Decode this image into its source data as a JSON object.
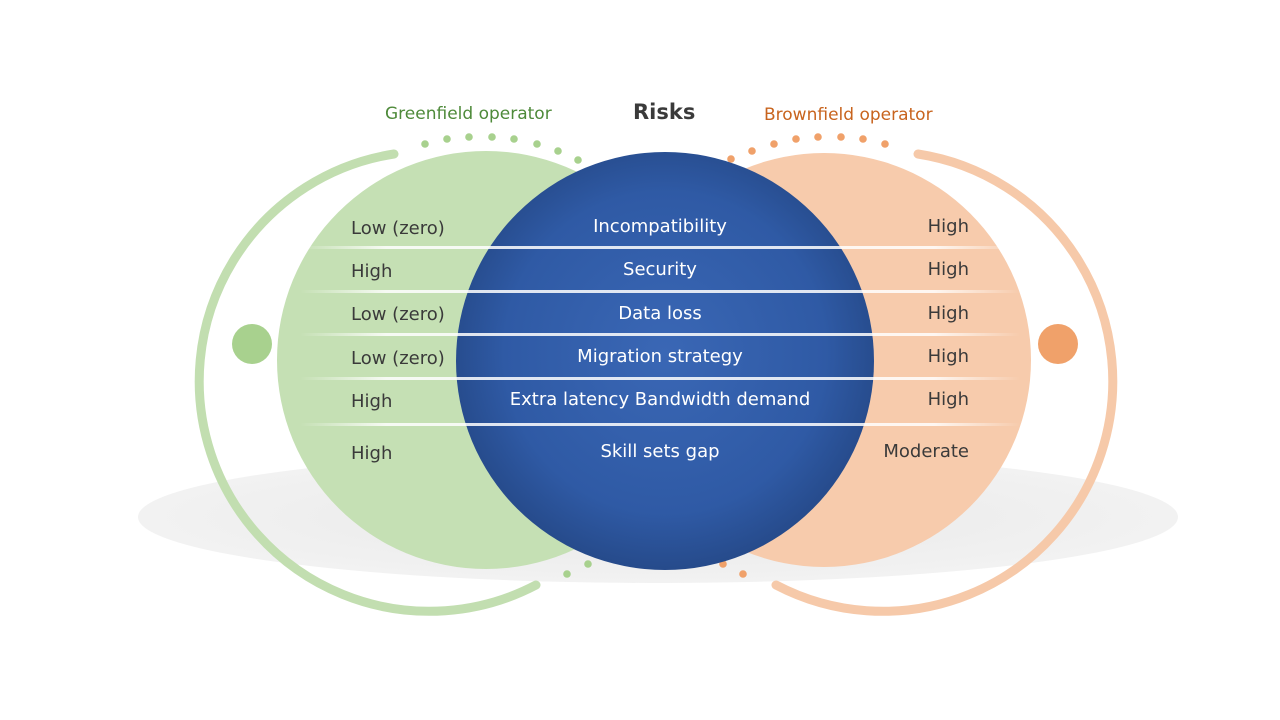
{
  "titles": {
    "left": "Greenfield operator",
    "center": "Risks",
    "right": "Brownfield operator"
  },
  "rows": [
    {
      "risk": "Incompatibility",
      "greenfield": "Low (zero)",
      "brownfield": "High"
    },
    {
      "risk": "Security",
      "greenfield": "High",
      "brownfield": "High"
    },
    {
      "risk": "Data loss",
      "greenfield": "Low (zero)",
      "brownfield": "High"
    },
    {
      "risk": "Migration strategy",
      "greenfield": "Low (zero)",
      "brownfield": "High"
    },
    {
      "risk": "Extra latency Bandwidth demand",
      "greenfield": "High",
      "brownfield": "High"
    },
    {
      "risk": "Skill sets gap",
      "greenfield": "High",
      "brownfield": "Moderate"
    }
  ],
  "colors": {
    "green_fill": "#c5e0b4",
    "green_ring": "#bcdcaa",
    "green_dot": "#a6d08c",
    "orange_fill": "#f7cbac",
    "orange_ring": "#f4c6a6",
    "orange_dot": "#f0a16a",
    "blue_center": "#3560ad",
    "blue_edge": "#27498e"
  }
}
